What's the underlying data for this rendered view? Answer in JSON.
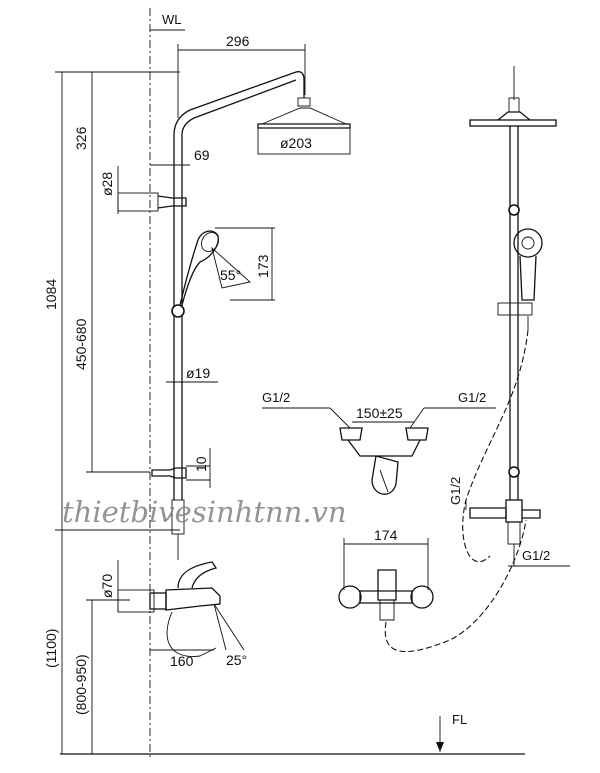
{
  "labels": {
    "wall": "WL",
    "floor": "FL",
    "arm_length": "296",
    "head_diameter": "ø203",
    "top_offset": "326",
    "bracket_offset": "69",
    "bracket_diameter": "ø28",
    "total_height": "1084",
    "slide_range": "450-680",
    "hand_shower_length": "173",
    "hand_shower_angle": "55°",
    "rail_diameter": "ø19",
    "bottom_bracket": "10",
    "mixer_diameter": "ø70",
    "mixer_height": "(1100)",
    "mixer_height_range": "(800-950)",
    "spout_length": "160",
    "spout_angle": "25°",
    "inlet_left": "G1/2",
    "inlet_right": "G1/2",
    "inlet_spacing": "150±25",
    "mixer_width": "174",
    "outlet_side": "G1/2",
    "outlet_bottom": "G1/2"
  },
  "watermark": "thietbivesinhtnn.vn"
}
